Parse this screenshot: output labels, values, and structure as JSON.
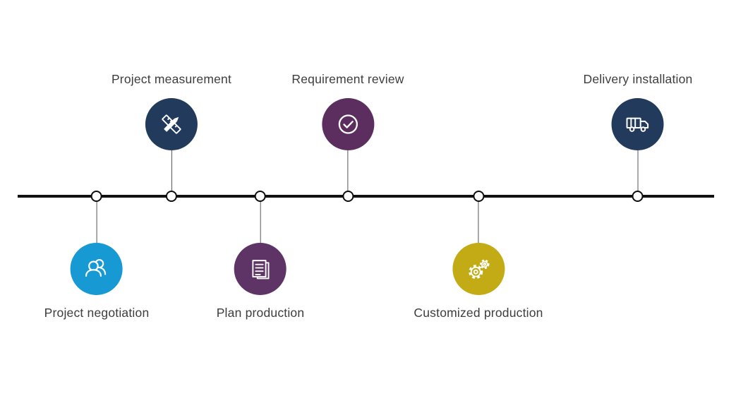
{
  "diagram": {
    "type": "process-timeline",
    "line_color": "#111111",
    "node_fill": "#ffffff",
    "node_border": "#0d0d0d",
    "label_color": "#3d3d3d",
    "steps": [
      {
        "label": "Project negotiation",
        "icon": "people-icon",
        "color": "#1799d4",
        "side": "below"
      },
      {
        "label": "Project measurement",
        "icon": "ruler-pencil-icon",
        "color": "#223a5c",
        "side": "above"
      },
      {
        "label": "Plan production",
        "icon": "document-icon",
        "color": "#5e3366",
        "side": "below"
      },
      {
        "label": "Requirement review",
        "icon": "check-circle-icon",
        "color": "#5c2d5f",
        "side": "above"
      },
      {
        "label": "Customized production",
        "icon": "gears-icon",
        "color": "#c3ab15",
        "side": "below"
      },
      {
        "label": "Delivery installation",
        "icon": "truck-icon",
        "color": "#223a5c",
        "side": "above"
      }
    ]
  }
}
